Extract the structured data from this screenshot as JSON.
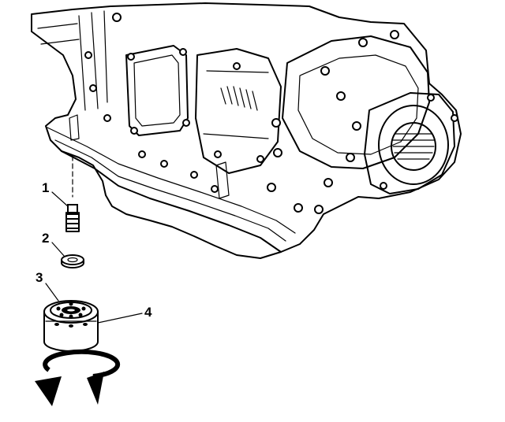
{
  "callouts": [
    {
      "id": 1,
      "label": "1"
    },
    {
      "id": 2,
      "label": "2"
    },
    {
      "id": 3,
      "label": "3"
    },
    {
      "id": 4,
      "label": "4"
    }
  ],
  "colors": {
    "ink": "#000000",
    "paper": "#ffffff"
  },
  "icons": [
    "rotation-arrow-icon"
  ]
}
